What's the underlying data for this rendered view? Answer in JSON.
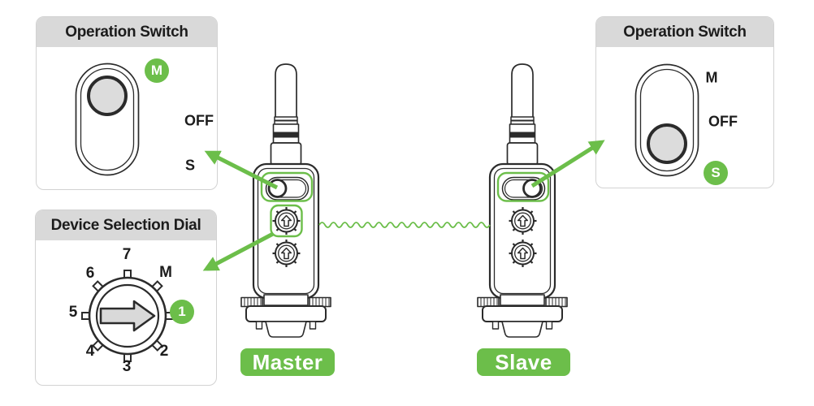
{
  "colors": {
    "accent_green": "#6cbe4a",
    "panel_header_gray": "#d9d9d9",
    "panel_border_gray": "#d2d2d2",
    "outline_dark": "#2b2b2b",
    "knob_fill_gray": "#dcdcdc"
  },
  "panels": {
    "top_left": {
      "title": "Operation Switch",
      "selected_badge": "M",
      "off_label": "OFF",
      "s_label": "S"
    },
    "top_right": {
      "title": "Operation Switch",
      "m_label": "M",
      "off_label": "OFF",
      "selected_badge": "S"
    },
    "dial": {
      "title": "Device Selection Dial",
      "selected_badge": "1",
      "n2": "2",
      "n3": "3",
      "n4": "4",
      "n5": "5",
      "n6": "6",
      "n7": "7",
      "m": "M"
    }
  },
  "devices": {
    "master": {
      "label": "Master"
    },
    "slave": {
      "label": "Slave"
    }
  }
}
